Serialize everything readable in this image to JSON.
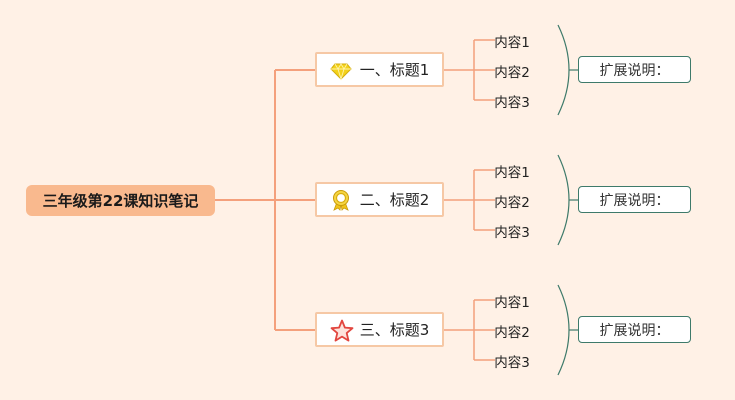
{
  "root": {
    "label": "三年级第22课知识笔记"
  },
  "branches": [
    {
      "label": "一、标题1",
      "icon": "diamond-icon",
      "icon_color": "#f3d21a",
      "items": [
        "内容1",
        "内容2",
        "内容3"
      ],
      "note": "扩展说明："
    },
    {
      "label": "二、标题2",
      "icon": "medal-icon",
      "icon_color": "#f0c419",
      "items": [
        "内容1",
        "内容2",
        "内容3"
      ],
      "note": "扩展说明："
    },
    {
      "label": "三、标题3",
      "icon": "star-icon",
      "icon_color": "#e2463f",
      "items": [
        "内容1",
        "内容2",
        "内容3"
      ],
      "note": "扩展说明："
    }
  ],
  "colors": {
    "background": "#fff1e6",
    "connector": "#f4a07c",
    "root_fill": "#f9b98e",
    "branch_border": "#f6c8a5",
    "bracket": "#3e7a6a"
  }
}
